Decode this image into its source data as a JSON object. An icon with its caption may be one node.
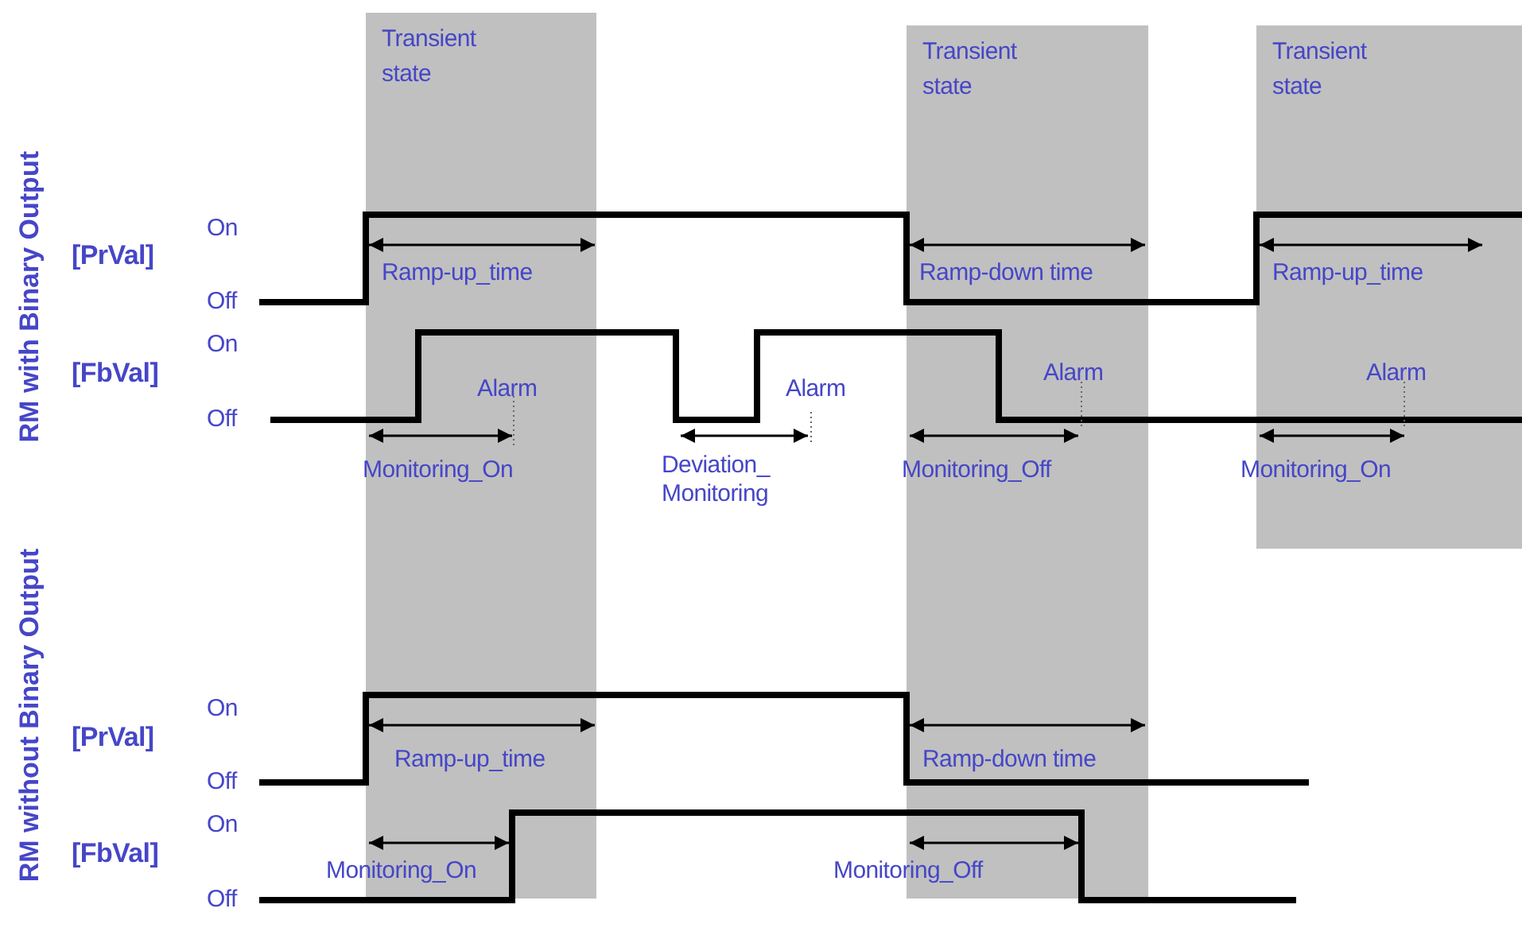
{
  "diagram": {
    "labels": [
      "Transient state",
      "Transient state",
      "Transient state",
      "RM with Binary Output",
      "[PrVal]",
      "On",
      "Off",
      "Ramp-up_time",
      "Ramp-down time",
      "Ramp-up_time",
      "[FbVal]",
      "On",
      "Off",
      "Alarm",
      "Alarm",
      "Alarm",
      "Alarm",
      "Monitoring_On",
      "Deviation_ Monitoring",
      "Monitoring_Off",
      "Monitoring_On",
      "RM without Binary Output",
      "[PrVal]",
      "On",
      "Off",
      "Ramp-up_time",
      "Ramp-down time",
      "[FbVal]",
      "On",
      "Off",
      "Monitoring_On",
      "Monitoring_Off"
    ]
  }
}
